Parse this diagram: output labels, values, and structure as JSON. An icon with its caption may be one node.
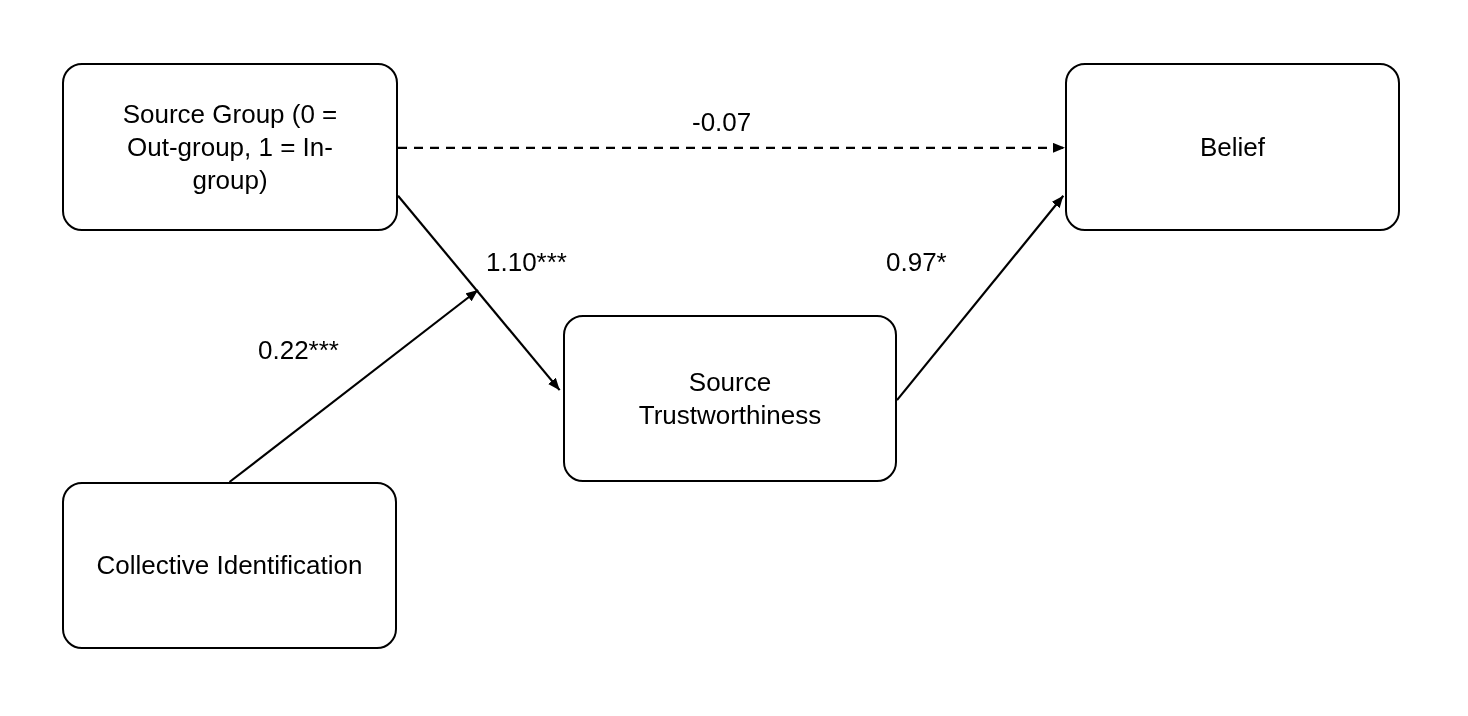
{
  "diagram": {
    "nodes": [
      {
        "text": [
          "Source Group (0 = Out-group, 1 = In-group)"
        ]
      },
      {
        "text": [
          "Belief"
        ]
      },
      {
        "text": [
          "Source Trustworthiness"
        ]
      },
      {
        "text": [
          "Collective Identification"
        ]
      }
    ],
    "edges": [
      {
        "from": 0,
        "to": 1,
        "arrow": "to",
        "label": "-0.07",
        "style": "dashed"
      },
      {
        "from": 0,
        "to": 2,
        "arrow": "to",
        "label": "1.10***"
      },
      {
        "from": 2,
        "to": 1,
        "arrow": "to",
        "label": "0.97*"
      },
      {
        "from": 3,
        "to": null,
        "arrow": "to",
        "label": "0.22***"
      }
    ]
  }
}
